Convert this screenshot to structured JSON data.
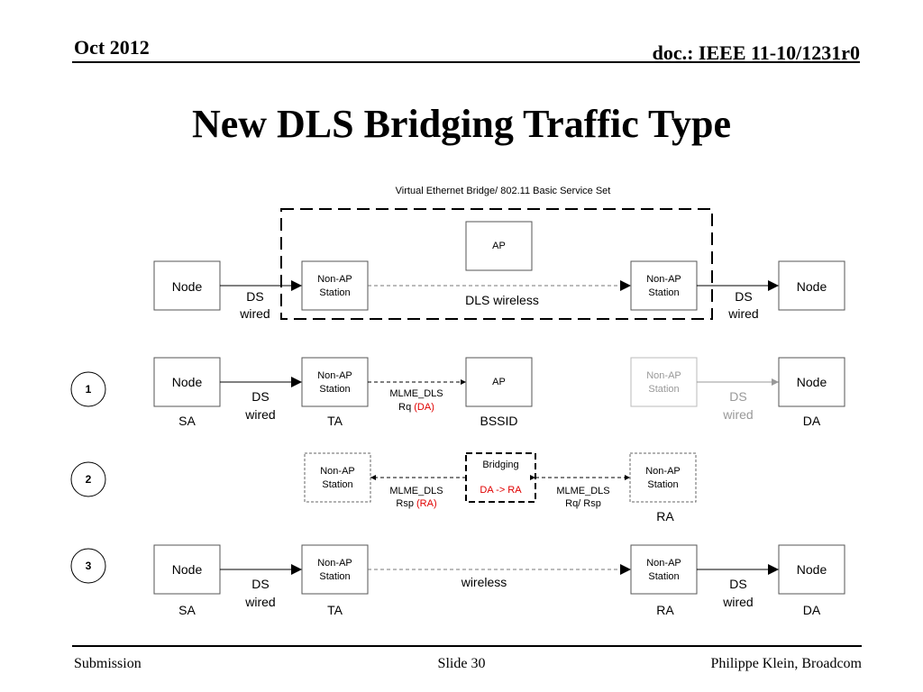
{
  "header": {
    "date": "Oct 2012",
    "doc": "doc.: IEEE 11-10/1231r0"
  },
  "title": "New DLS Bridging Traffic Type",
  "diagram": {
    "top_caption": "Virtual Ethernet Bridge/ 802.11 Basic Service Set",
    "top": {
      "ap": "AP",
      "node_left": "Node",
      "node_right": "Node",
      "station_left": [
        "Non-AP",
        "Station"
      ],
      "station_right": [
        "Non-AP",
        "Station"
      ],
      "link_left": [
        "DS",
        "wired"
      ],
      "link_right": [
        "DS",
        "wired"
      ],
      "wireless": "DLS wireless"
    },
    "step1": {
      "number": "1",
      "node_left": "Node",
      "station": [
        "Non-AP",
        "Station"
      ],
      "ap": "AP",
      "station_faded": [
        "Non-AP",
        "Station"
      ],
      "node_right": "Node",
      "link_left": [
        "DS",
        "wired"
      ],
      "link_faded": [
        "DS",
        "wired"
      ],
      "req_line1": "MLME_DLS",
      "req_line2": "Rq ",
      "req_highlight": "(DA)",
      "label_sa": "SA",
      "label_ta": "TA",
      "label_bssid": "BSSID",
      "label_da": "DA"
    },
    "step2": {
      "number": "2",
      "station_left": [
        "Non-AP",
        "Station"
      ],
      "bridging": "Bridging",
      "bridging_rule": "DA -> RA",
      "station_right": [
        "Non-AP",
        "Station"
      ],
      "rsp_line1": "MLME_DLS",
      "rsp_line2": "Rsp ",
      "rsp_highlight": "(RA)",
      "rqrsp_line1": "MLME_DLS",
      "rqrsp_line2": "Rq/ Rsp",
      "label_ra": "RA"
    },
    "step3": {
      "number": "3",
      "node_left": "Node",
      "station_left": [
        "Non-AP",
        "Station"
      ],
      "station_right": [
        "Non-AP",
        "Station"
      ],
      "node_right": "Node",
      "link_left": [
        "DS",
        "wired"
      ],
      "link_right": [
        "DS",
        "wired"
      ],
      "wireless": "wireless",
      "label_sa": "SA",
      "label_ta": "TA",
      "label_ra": "RA",
      "label_da": "DA"
    }
  },
  "footer": {
    "left": "Submission",
    "center": "Slide 30",
    "right": "Philippe Klein, Broadcom"
  },
  "colors": {
    "highlight": "#e00000",
    "faded": "#999999",
    "line": "#000000",
    "dashed_line": "#777777"
  }
}
